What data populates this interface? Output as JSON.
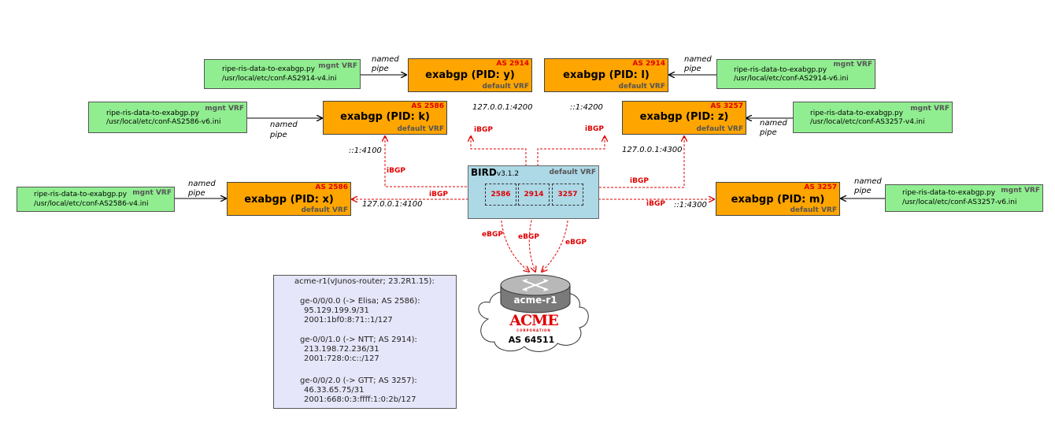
{
  "feeders": [
    {
      "id": "f1",
      "script": "ripe-ris-data-to-exabgp.py",
      "conf": "/usr/local/etc/conf-AS2914-v4.ini",
      "vrf": "mgnt VRF"
    },
    {
      "id": "f2",
      "script": "ripe-ris-data-to-exabgp.py",
      "conf": "/usr/local/etc/conf-AS2914-v6.ini",
      "vrf": "mgnt VRF"
    },
    {
      "id": "f3",
      "script": "ripe-ris-data-to-exabgp.py",
      "conf": "/usr/local/etc/conf-AS2586-v6.ini",
      "vrf": "mgnt VRF"
    },
    {
      "id": "f4",
      "script": "ripe-ris-data-to-exabgp.py",
      "conf": "/usr/local/etc/conf-AS3257-v4.ini",
      "vrf": "mgnt VRF"
    },
    {
      "id": "f5",
      "script": "ripe-ris-data-to-exabgp.py",
      "conf": "/usr/local/etc/conf-AS2586-v4.ini",
      "vrf": "mgnt VRF"
    },
    {
      "id": "f6",
      "script": "ripe-ris-data-to-exabgp.py",
      "conf": "/usr/local/etc/conf-AS3257-v6.ini",
      "vrf": "mgnt VRF"
    }
  ],
  "exabgp": [
    {
      "id": "y",
      "name": "exabgp (PID: y)",
      "as": "AS 2914",
      "vrf": "default VRF"
    },
    {
      "id": "l",
      "name": "exabgp (PID: l)",
      "as": "AS 2914",
      "vrf": "default VRF"
    },
    {
      "id": "k",
      "name": "exabgp (PID: k)",
      "as": "AS 2586",
      "vrf": "default VRF"
    },
    {
      "id": "z",
      "name": "exabgp (PID: z)",
      "as": "AS 3257",
      "vrf": "default VRF"
    },
    {
      "id": "x",
      "name": "exabgp (PID: x)",
      "as": "AS 2586",
      "vrf": "default VRF"
    },
    {
      "id": "m",
      "name": "exabgp (PID: m)",
      "as": "AS 3257",
      "vrf": "default VRF"
    }
  ],
  "pipe_label": [
    "named",
    "pipe"
  ],
  "addresses": {
    "y": "127.0.0.1:4200",
    "l": "::1:4200",
    "k": "::1:4100",
    "z": "127.0.0.1:4300",
    "x": "127.0.0.1:4100",
    "m": "::1:4300"
  },
  "protocols": {
    "ibgp": "iBGP",
    "ebgp": "eBGP"
  },
  "bird": {
    "name": "BIRD",
    "version": "v3.1.2",
    "vrf": "default VRF",
    "tables": [
      "2586",
      "2914",
      "3257"
    ]
  },
  "router": {
    "label": "acme-r1",
    "logo_word": "ACME",
    "logo_sub": "CORPORATION",
    "as": "AS 64511"
  },
  "info_lines": [
    "acme-r1(vJunos-router; 23.2R1.15):",
    "ge-0/0/0.0 (-> Elisa; AS 2586):",
    "95.129.199.9/31",
    "2001:1bf0:8:71::1/127",
    "ge-0/0/1.0 (-> NTT; AS 2914):",
    "213.198.72.236/31",
    "2001:728:0:c::/127",
    "ge-0/0/2.0 (-> GTT; AS 3257):",
    "46.33.65.75/31",
    "2001:668:0:3:ffff:1:0:2b/127"
  ],
  "colors": {
    "feeder": "#90ee90",
    "exabgp": "#ffa500",
    "bird": "#add8e6",
    "info": "#e6e6fa",
    "link": "#e00000",
    "as_tag": "#e00000"
  }
}
